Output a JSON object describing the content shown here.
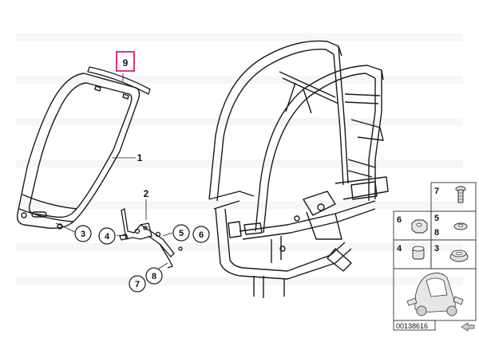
{
  "diagram": {
    "callouts": {
      "c1": "1",
      "c2": "2",
      "c3": "3",
      "c4": "4",
      "c5": "5",
      "c6": "6",
      "c7": "7",
      "c8": "8",
      "c9": "9"
    },
    "highlight_color": "#d6006b",
    "parts_panel": {
      "p7": "7",
      "p6": "6",
      "p5": "5",
      "p8": "8",
      "p4": "4",
      "p3": "3"
    },
    "reference_number": "00138616",
    "icon": "scooter-icon"
  }
}
